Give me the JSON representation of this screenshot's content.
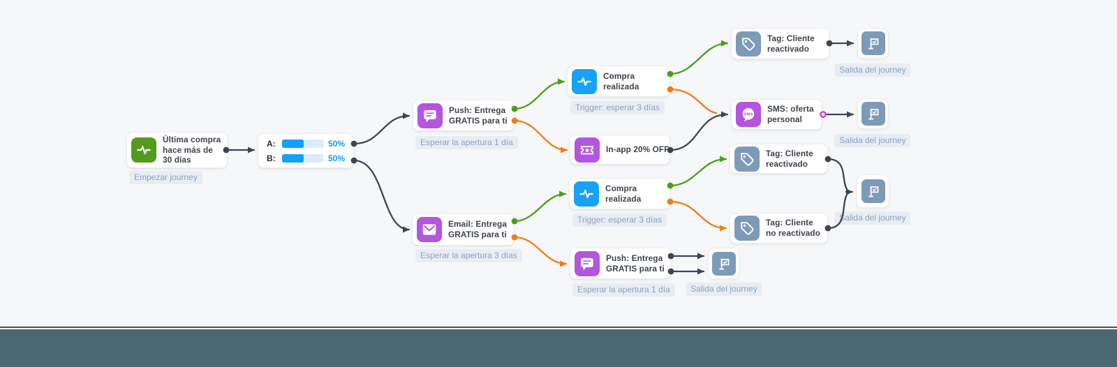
{
  "palette": {
    "background": "#f6f7f8",
    "footer": "#4c6770",
    "footer_border": "#3e545c",
    "line_black": "#3f4550",
    "line_green": "#45a015",
    "line_orange": "#f07c16",
    "icon_green": "#539a1d",
    "icon_blue": "#17a2f5",
    "icon_purple": "#b455e0",
    "icon_slate": "#7d9ab8",
    "ring_magenta": "#c435d8",
    "bar_blue": "#14a0f4"
  },
  "icons": {
    "sms_text": "SMS"
  },
  "nodes": {
    "entry": {
      "title": "Última compra hace más de 30 días",
      "badge": "Empezar journey"
    },
    "split": {
      "a_label": "A:",
      "a_percent": "50%",
      "b_label": "B:",
      "b_percent": "50%"
    },
    "push1": {
      "title": "Push: Entrega GRATIS para ti",
      "badge": "Esperar la apertura 1 día"
    },
    "purchase1": {
      "title": "Compra realizada",
      "badge": "Trigger: esperar 3 días"
    },
    "inapp": {
      "title": "In-app 20% OFF"
    },
    "tag1": {
      "title": "Tag: Cliente reactivado"
    },
    "sms": {
      "title": "SMS: oferta personal"
    },
    "email": {
      "title": "Email: Entrega GRATIS para ti",
      "badge": "Esperar la apertura 3 días"
    },
    "purchase2": {
      "title": "Compra realizada",
      "badge": "Trigger: esperar 3 días"
    },
    "tag2": {
      "title": "Tag: Cliente reactivado"
    },
    "tag3": {
      "title": "Tag: Cliente no reactivado"
    },
    "push2": {
      "title": "Push: Entrega GRATIS para ti",
      "badge": "Esperar la apertura 1 día"
    },
    "exit": {
      "label": "Salida del journey"
    }
  }
}
